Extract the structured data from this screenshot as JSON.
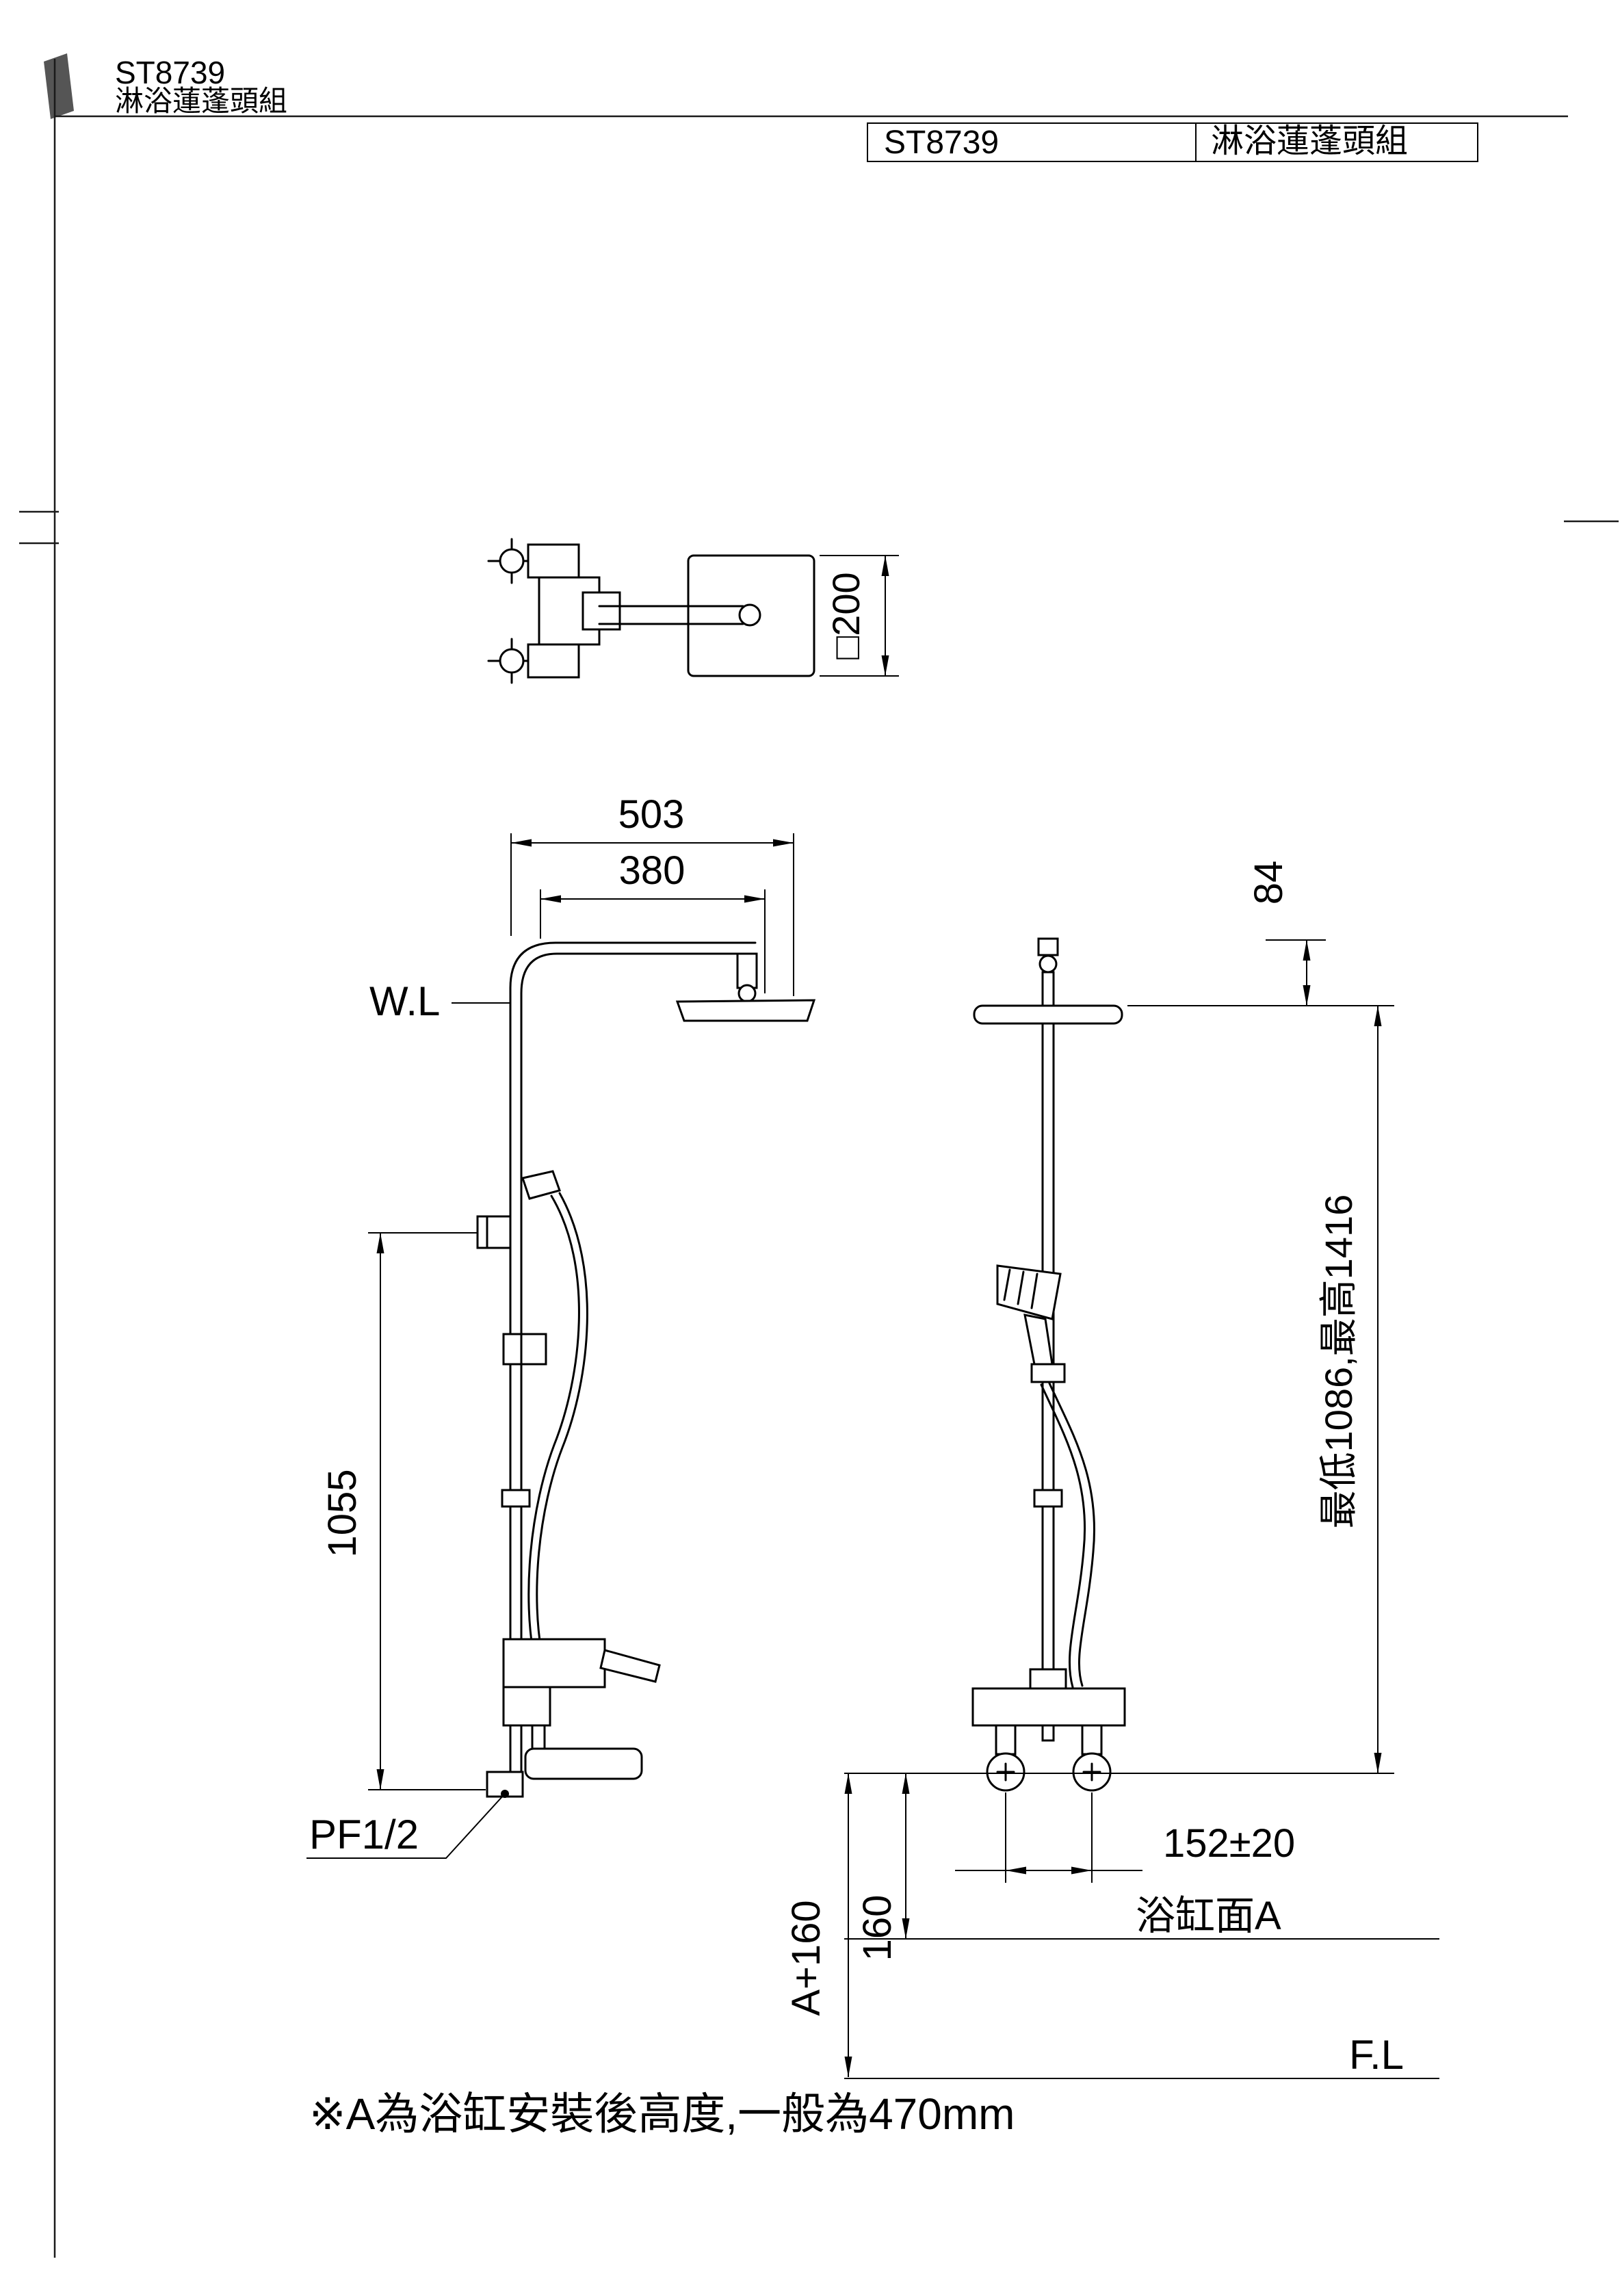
{
  "title_block": {
    "model": "ST8739",
    "product": "淋浴蓮蓬頭組"
  },
  "header_table": {
    "model": "ST8739",
    "product": "淋浴蓮蓬頭組"
  },
  "labels": {
    "water_line": "W.L",
    "floor_line": "F.L",
    "thread": "PF1/2",
    "tub_surface": "浴缸面A"
  },
  "dims": {
    "head_size": "□200",
    "reach_outer": "503",
    "reach_inner": "380",
    "head_drop": "84",
    "bar_length": "1055",
    "height_range": "最低1086,最高1416",
    "inlet_spacing": "152±20",
    "floor_to_valve": "A+160",
    "tub_to_valve": "160"
  },
  "note": {
    "text": "※A為浴缸安裝後高度,一般為470mm"
  },
  "colors": {
    "ink": "#000000",
    "paper": "#ffffff",
    "corner_mark": "#555555"
  }
}
